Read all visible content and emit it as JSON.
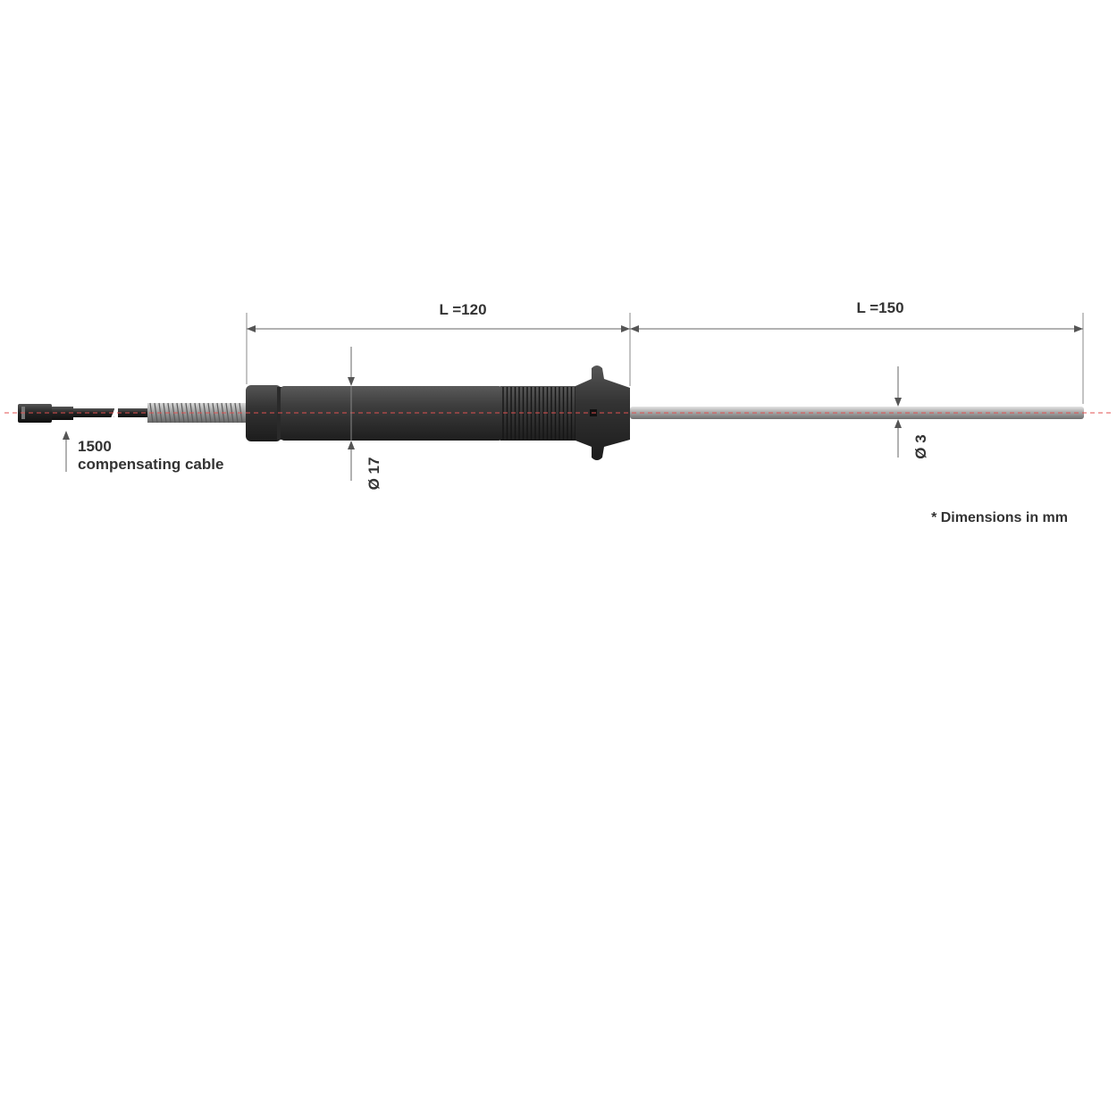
{
  "dimensions": {
    "handle_length": "L =120",
    "probe_length": "L =150",
    "handle_diameter": "Ø 17",
    "probe_diameter": "Ø 3"
  },
  "cable": {
    "length": "1500",
    "description": "compensating cable"
  },
  "note": "* Dimensions in mm",
  "colors": {
    "handle": "#3a3a3a",
    "probe": "#b8b8b8",
    "center_line": "#e05050",
    "dimension_text": "#333333"
  }
}
